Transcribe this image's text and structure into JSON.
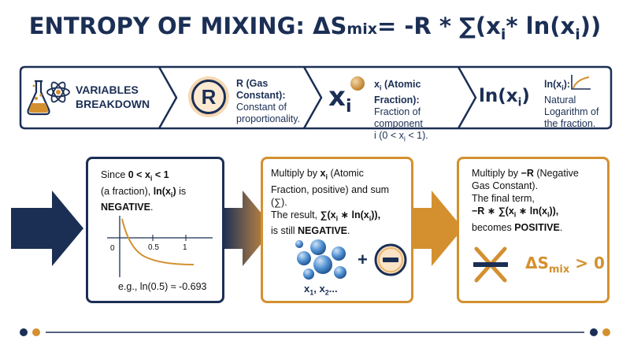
{
  "title": {
    "main": "ENTROPY OF MIXING: ΔS",
    "sub": "mix",
    "middle": " = -R * ∑(x",
    "i1": "i",
    "mid2": " * ln(x",
    "i2": "i",
    "tail": "))"
  },
  "variables": {
    "breakdown_label": "VARIABLES BREAKDOWN",
    "r": {
      "symbol": "R",
      "name": "R (Gas Constant):",
      "desc": "Constant of proportionality."
    },
    "x": {
      "symbol": "x",
      "symbol_sub": "i",
      "name_a": "x",
      "name_sub": "i",
      "name_b": " (Atomic Fraction):",
      "desc_a": "Fraction of component",
      "desc_b": "i (0 < x",
      "desc_sub": "i",
      "desc_c": " < 1)."
    },
    "ln": {
      "symbol_a": "ln(x",
      "symbol_sub": "i",
      "symbol_b": ")",
      "name_a": "ln(x",
      "name_sub": "i",
      "name_b": "):",
      "desc": "Natural Logarithm of the fraction."
    }
  },
  "steps": [
    {
      "l1a": "Since ",
      "l1b": "0 < x",
      "l1sub": "i",
      "l1c": " < 1",
      "l2": "(a fraction), ",
      "l2b": "ln(x",
      "l2sub": "i",
      "l2c": ")",
      "l2d": " is",
      "l3": "NEGATIVE",
      "l3b": ".",
      "plot_ticks": [
        "0",
        "0.5",
        "1"
      ],
      "example": "e.g., ln(0.5) ≈ -0.693"
    },
    {
      "l1a": "Multiply by ",
      "l1b": "x",
      "l1sub": "i",
      "l1c": " (Atomic",
      "l2": "Fraction, positive) and sum",
      "l3": "(∑).",
      "l4a": "The result, ",
      "l4b": "∑(x",
      "l4sub": "i",
      "l4c": " ∗ ln(x",
      "l4sub2": "i",
      "l4d": ")),",
      "l5a": "is still ",
      "l5b": "NEGATIVE",
      "l5c": ".",
      "plus": "+",
      "xlabel_a": "x",
      "xlabel_s1": "1",
      "xlabel_b": ", x",
      "xlabel_s2": "2",
      "xlabel_c": "..."
    },
    {
      "l1a": "Multiply by ",
      "l1b": "−R",
      "l1c": " (Negative",
      "l2": "Gas Constant).",
      "l3": "The final term,",
      "l4a": "−R ∗ ∑(x",
      "l4sub": "i",
      "l4b": " ∗ ln(x",
      "l4sub2": "i",
      "l4c": ")),",
      "l5a": "becomes ",
      "l5b": "POSITIVE",
      "l5c": ".",
      "result_a": "ΔS",
      "result_sub": "mix",
      "result_b": " > 0"
    }
  ],
  "colors": {
    "navy": "#1b2f55",
    "orange": "#d4902f",
    "blue_sphere": "#3f7fc4",
    "background": "#ffffff"
  },
  "icons": [
    "flask-icon",
    "atom-icon",
    "log-curve-icon",
    "cancel-cross-icon",
    "minus-circle-icon",
    "spheres-icon"
  ]
}
